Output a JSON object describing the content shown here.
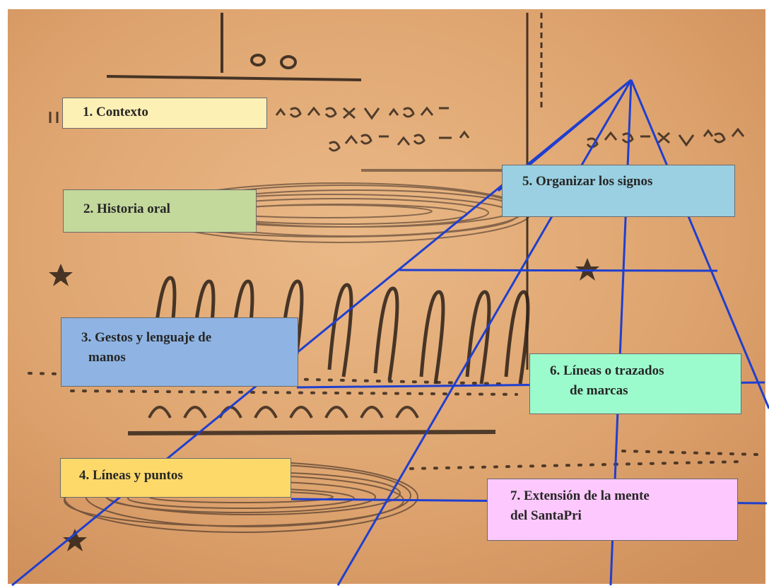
{
  "colors": {
    "background": "#e3ac7a",
    "pyramid_lines": "#1f3fcf",
    "box_contexto": "#fdf0b4",
    "box_historia_oral": "#c3d89b",
    "box_gestos": "#8fb4e3",
    "box_lineas_puntos": "#fdd96a",
    "box_organizar": "#9ad0e2",
    "box_lineas_trazados": "#9cfbcd",
    "box_extension": "#fdc8fd"
  },
  "labels": [
    {
      "id": "contexto",
      "text": "1. Contexto"
    },
    {
      "id": "historia_oral",
      "text": "2. Historia oral"
    },
    {
      "id": "gestos",
      "line1": "3. Gestos y lenguaje de",
      "line2": "manos"
    },
    {
      "id": "lineas_puntos",
      "text": "4. Líneas y puntos"
    },
    {
      "id": "organizar",
      "text": "5. Organizar los signos"
    },
    {
      "id": "lineas_trazados",
      "line1": "6. Líneas o trazados",
      "line2": "de marcas"
    },
    {
      "id": "extension",
      "line1": "7. Extensión de la mente",
      "line2": "del SantaPri"
    }
  ]
}
